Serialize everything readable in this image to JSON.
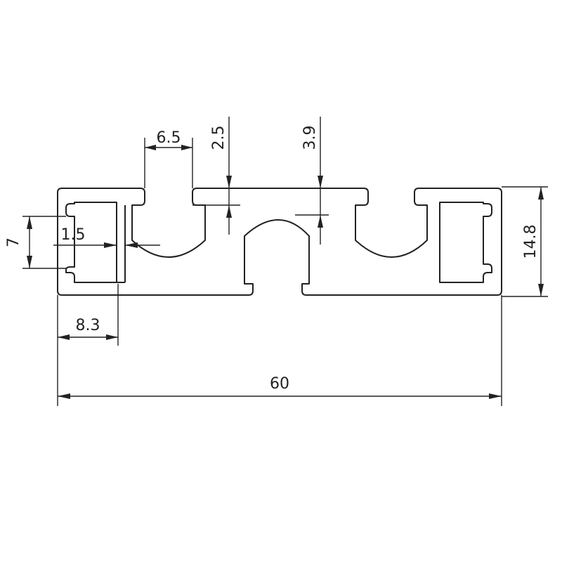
{
  "dimensions": {
    "overall_width": "60",
    "height": "14.8",
    "end_offset": "8.3",
    "slot_opening": "7",
    "wall_thickness": "1.5",
    "top_slot_width": "6.5",
    "top_wall_depth": "2.5",
    "center_groove_depth": "3.9"
  },
  "colors": {
    "line": "#222222",
    "background": "#ffffff"
  }
}
